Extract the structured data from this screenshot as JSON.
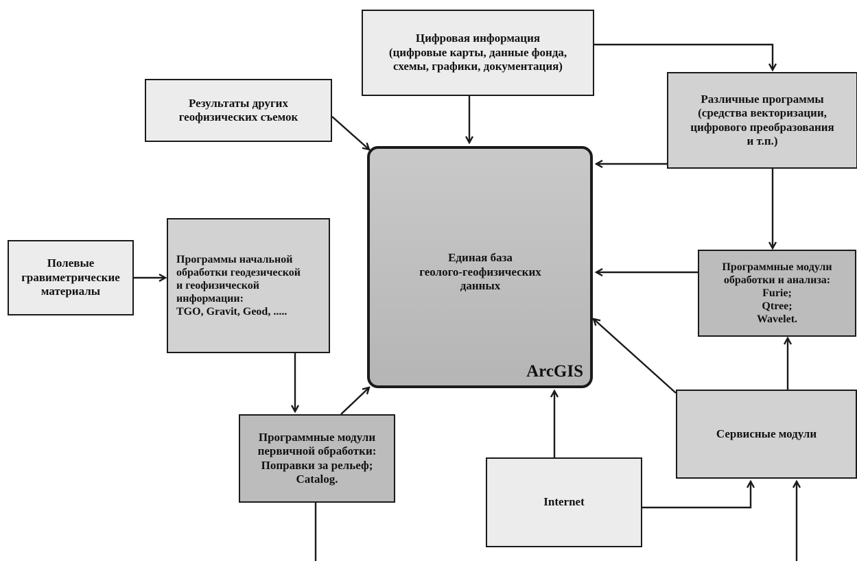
{
  "nodes": {
    "digital_info": "Цифровая информация\n(цифровые карты, данные фонда,\nсхемы, графики, документация)",
    "other_surveys": "Результаты других\nгеофизических съемок",
    "various_programs": "Различные программы\n(средства векторизации,\nцифрового преобразования\nи т.п.)",
    "field_gravity": "Полевые\nгравиметрические\nматериалы",
    "initial_processing": "Программы начальной\nобработки геодезической\nи геофизической\n   информации:\nTGO, Gravit, Geod, .....",
    "database": "Единая база\nгеолого-геофизических\nданных",
    "arcgis": "ArcGIS",
    "analysis_modules": "Программные модули\nобработки и анализа:\nFurie;\nQtree;\nWavelet.",
    "primary_modules": "Программные модули\nпервичной обработки:\nПоправки за рельеф;\nCatalog.",
    "service_modules": "Сервисные модули",
    "internet": "Internet"
  },
  "colors": {
    "light_box": "#ececec",
    "mid_box": "#d2d2d2",
    "dark_box": "#bcbcbc",
    "line": "#1a1a1a"
  }
}
